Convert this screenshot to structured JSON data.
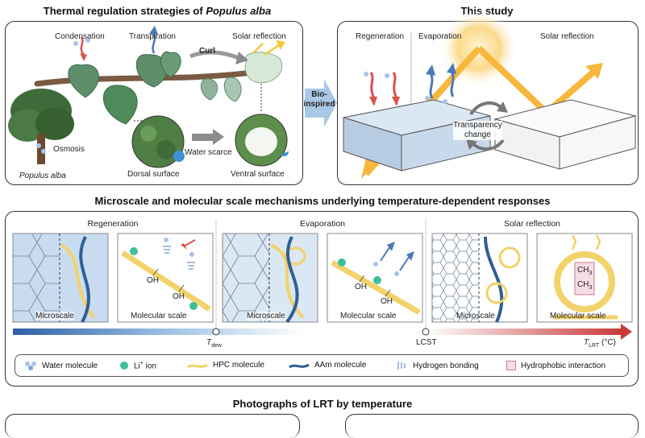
{
  "section1": {
    "title_prefix": "Thermal regulation strategies of ",
    "title_species": "Populus alba",
    "labels": {
      "condensation": "Condensation",
      "transpiration": "Transpiration",
      "solar_reflection": "Solar reflection",
      "curl": "Curl",
      "osmosis": "Osmosis",
      "populus": "Populus alba",
      "water_scarce": "Water scarce",
      "dorsal": "Dorsal surface",
      "ventral": "Ventral surface"
    }
  },
  "bioinspired": {
    "line1": "Bio-",
    "line2": "inspired"
  },
  "section2": {
    "title": "This study",
    "labels": {
      "regeneration": "Regeneration",
      "evaporation": "Evaporation",
      "solar_reflection": "Solar reflection",
      "transparency1": "Transparency",
      "transparency2": "change"
    }
  },
  "section3": {
    "title": "Microscale and molecular scale mechanisms underlying temperature-dependent responses",
    "groups": [
      "Regeneration",
      "Evaporation",
      "Solar reflection"
    ],
    "micro": "Microscale",
    "molecular": "Molecular scale",
    "oh": "OH",
    "ch3": "CH",
    "ch3_sub": "3",
    "axis": {
      "t_dew": "T",
      "t_dew_sub": "dew",
      "lcst": "LCST",
      "t_lrt": "T",
      "t_lrt_sub": "LRT",
      "unit": " (°C)"
    }
  },
  "legend": {
    "water": "Water molecule",
    "li_prefix": "Li",
    "li_sup": "+",
    "li_suffix": " ion",
    "hpc": "HPC molecule",
    "aam": "AAm molecule",
    "hbond": "Hydrogen bonding",
    "hydrophobic": "Hydrophobic interaction"
  },
  "section4": {
    "title": "Photographs of LRT by temperature"
  },
  "colors": {
    "hpc": "#f2d26a",
    "aam": "#2f5f96",
    "li": "#3cbf9a",
    "cold": "#2e5fa6",
    "hot": "#c83a3a",
    "leaf": "#5e8f6a",
    "arrow_red": "#d9534f",
    "arrow_blue": "#4b79b8",
    "sun": "#f6b73c"
  }
}
